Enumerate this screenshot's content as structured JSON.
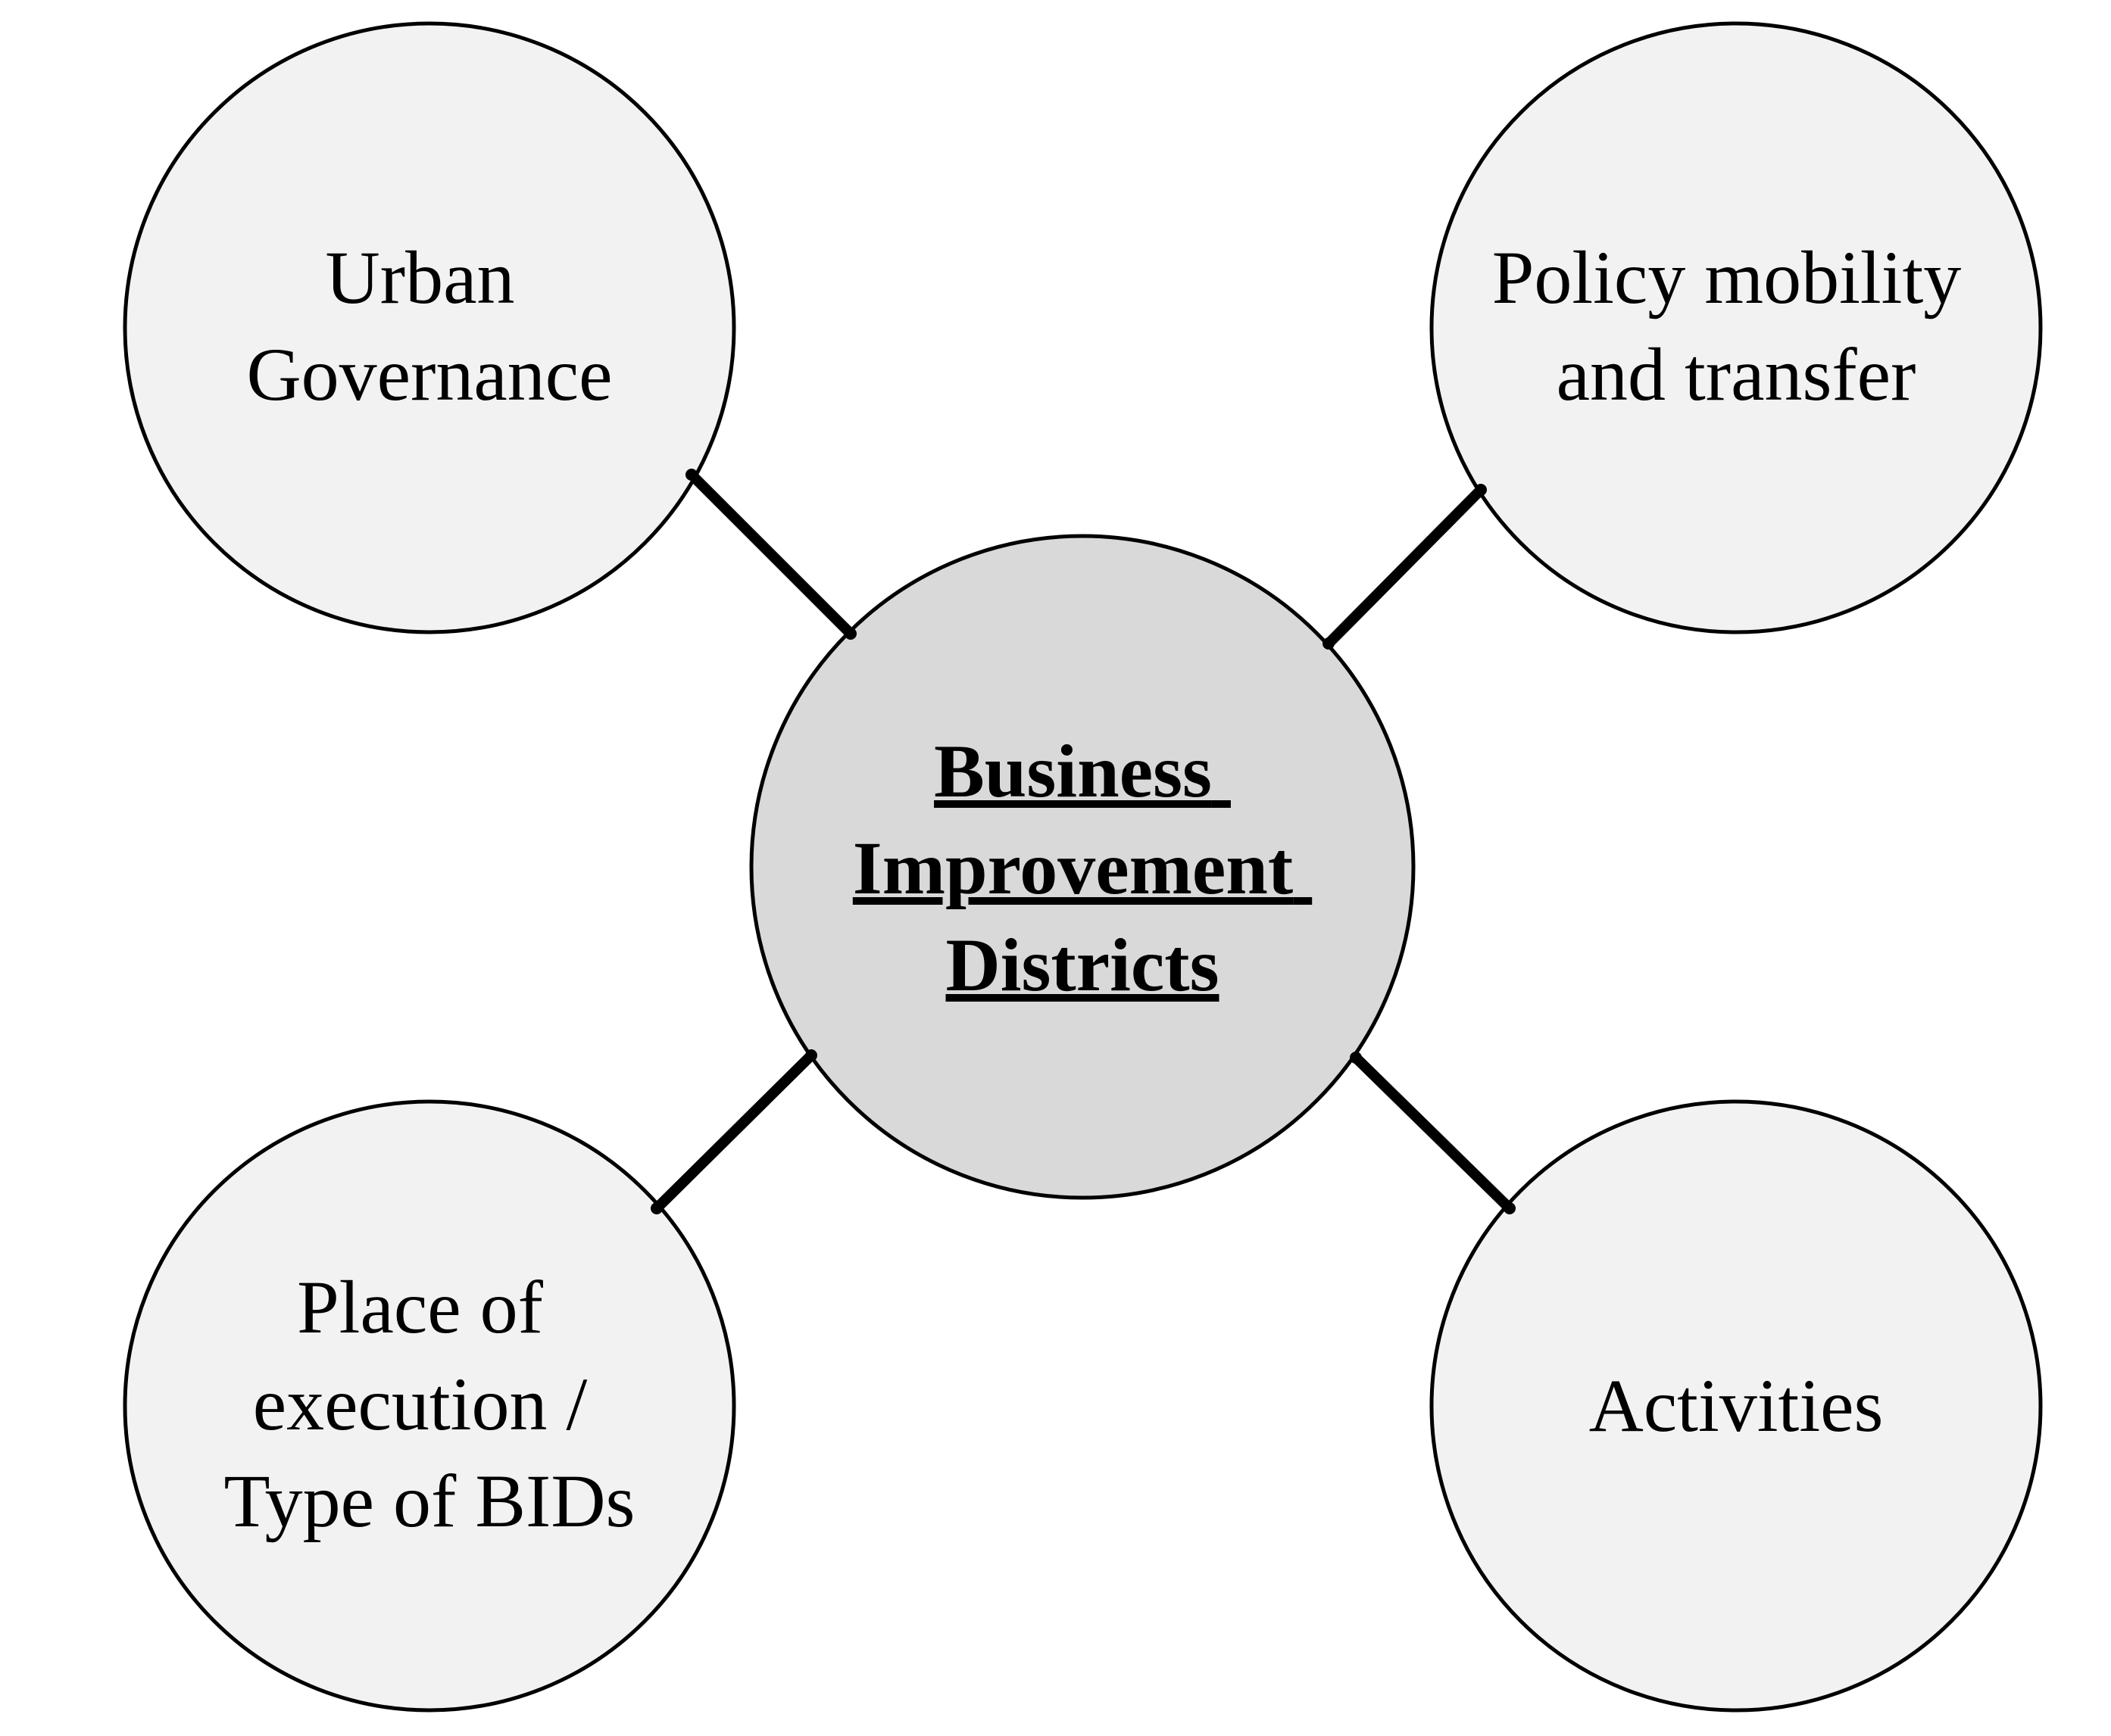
{
  "colors": {
    "outer_fill": "#f2f2f2",
    "center_fill": "#d9d9d9",
    "stroke": "#000000",
    "background": "#ffffff"
  },
  "center": {
    "lines": [
      "Business",
      "Improvement",
      "Districts"
    ]
  },
  "nodes": {
    "urban_governance": {
      "lines": [
        "Urban",
        "Governance"
      ]
    },
    "policy_mobility": {
      "lines": [
        "Policy mobility",
        "and transfer"
      ]
    },
    "place_of_execution": {
      "lines": [
        "Place of",
        "execution /",
        "Type of BIDs"
      ]
    },
    "activities": {
      "lines": [
        "Activities"
      ]
    }
  }
}
